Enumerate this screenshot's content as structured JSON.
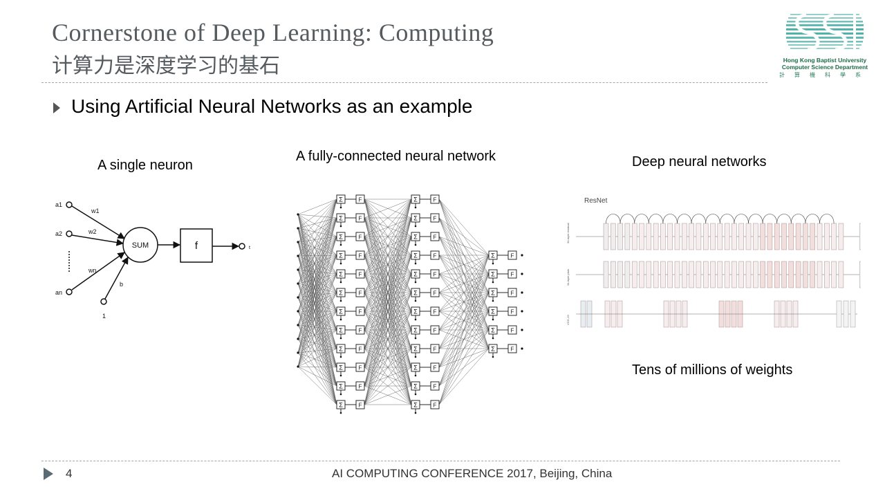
{
  "slide": {
    "title_en": "Cornerstone of Deep Learning: Computing",
    "title_zh": "计算力是深度学习的基石",
    "bullet": "Using Artificial Neural Networks as an example",
    "page_number": "4",
    "footer": "AI COMPUTING CONFERENCE 2017, Beijing, China"
  },
  "logo": {
    "line1": "Hong Kong Baptist University",
    "line2": "Computer Science Department",
    "line3": "計算機科學系",
    "color": "#1f6b4a"
  },
  "captions": {
    "neuron": "A single neuron",
    "fc": "A fully-connected neural network",
    "deep": "Deep neural networks",
    "weights": "Tens of millions of weights"
  },
  "neuron_diagram": {
    "inputs": [
      "a1",
      "a2",
      "an"
    ],
    "weights": [
      "w1",
      "w2",
      "wn"
    ],
    "bias_label": "b",
    "bias_input": "1",
    "sum_label": "SUM",
    "activation_label": "f",
    "output_label": "t"
  },
  "fc_diagram": {
    "sum_symbol": "Σ",
    "activation_symbol": "F",
    "layer_sizes": [
      12,
      12,
      6
    ]
  },
  "deep_diagram": {
    "resnet_label": "ResNet",
    "row_labels": [
      "34-layer residual",
      "34-layer plain",
      "VGG-19"
    ]
  }
}
